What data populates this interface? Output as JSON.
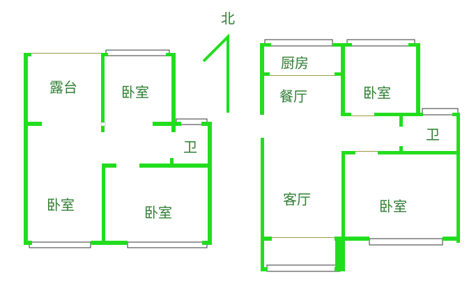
{
  "north": "北",
  "colors": {
    "wall": "#22dd1e",
    "label": "#2e7d32"
  },
  "left_unit": {
    "rooms": [
      "露台",
      "卧室",
      "卫",
      "卧室",
      "卧室"
    ]
  },
  "right_unit": {
    "rooms": [
      "厨房",
      "餐厅",
      "卧室",
      "卫",
      "客厅",
      "卧室"
    ]
  }
}
